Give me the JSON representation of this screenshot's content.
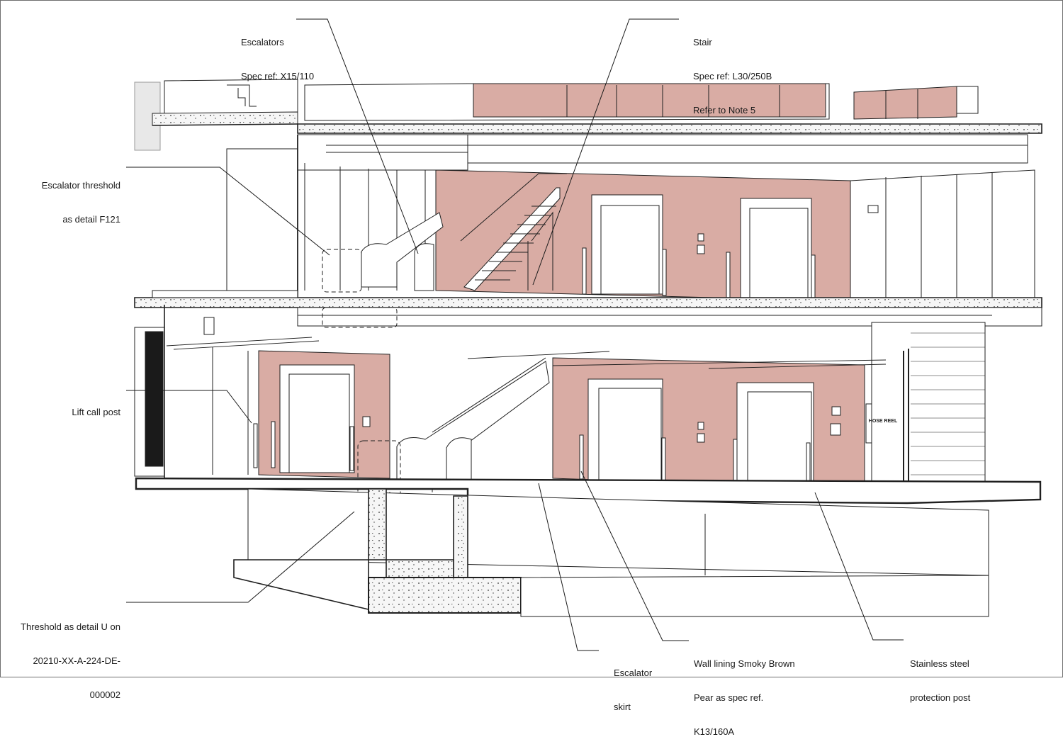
{
  "colors": {
    "line": "#1f1f1f",
    "wall_lining": "#d9aca4",
    "concrete": "#f4f4f4",
    "leader": "#1a1a1a"
  },
  "wall_sign": "HOSE REEL",
  "annotations": {
    "escalators": {
      "lines": [
        "Escalators",
        "Spec ref: X15/110"
      ]
    },
    "stair": {
      "lines": [
        "Stair",
        "Spec ref: L30/250B",
        "Refer to Note 5"
      ]
    },
    "escalator_threshold": {
      "lines": [
        "Escalator threshold",
        "as detail F121"
      ]
    },
    "lift_call_post": {
      "lines": [
        "Lift call post"
      ]
    },
    "threshold_detail": {
      "lines": [
        "Threshold as detail U on",
        "20210-XX-A-224-DE-",
        "000002"
      ]
    },
    "escalator_skirt": {
      "lines": [
        "Escalator",
        "skirt"
      ]
    },
    "wall_lining": {
      "lines": [
        "Wall lining Smoky Brown",
        "Pear as spec ref.",
        "K13/160A"
      ]
    },
    "protection_post": {
      "lines": [
        "Stainless steel",
        "protection post"
      ]
    }
  }
}
